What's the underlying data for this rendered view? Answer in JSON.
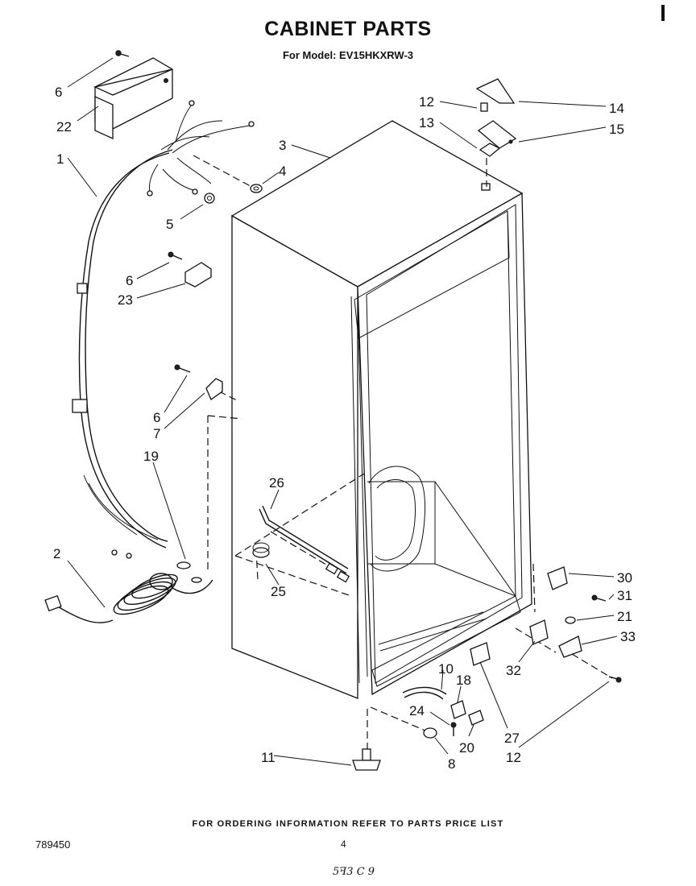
{
  "header": {
    "title": "CABINET PARTS",
    "subtitle": "For Model: EV15HKXRW-3"
  },
  "footer": {
    "ordering_note": "FOR ORDERING INFORMATION REFER TO PARTS PRICE LIST",
    "doc_number": "789450",
    "page_number": "4",
    "handwritten_note": "5ꟻ3 C 9"
  },
  "callouts": [
    {
      "label": "6"
    },
    {
      "label": "22"
    },
    {
      "label": "1"
    },
    {
      "label": "3"
    },
    {
      "label": "4"
    },
    {
      "label": "5"
    },
    {
      "label": "6"
    },
    {
      "label": "23"
    },
    {
      "label": "6"
    },
    {
      "label": "7"
    },
    {
      "label": "19"
    },
    {
      "label": "2"
    },
    {
      "label": "26"
    },
    {
      "label": "25"
    },
    {
      "label": "12"
    },
    {
      "label": "13"
    },
    {
      "label": "14"
    },
    {
      "label": "15"
    },
    {
      "label": "30"
    },
    {
      "label": "31"
    },
    {
      "label": "21"
    },
    {
      "label": "33"
    },
    {
      "label": "32"
    },
    {
      "label": "10"
    },
    {
      "label": "18"
    },
    {
      "label": "24"
    },
    {
      "label": "20"
    },
    {
      "label": "8"
    },
    {
      "label": "27"
    },
    {
      "label": "12"
    },
    {
      "label": "11"
    }
  ]
}
